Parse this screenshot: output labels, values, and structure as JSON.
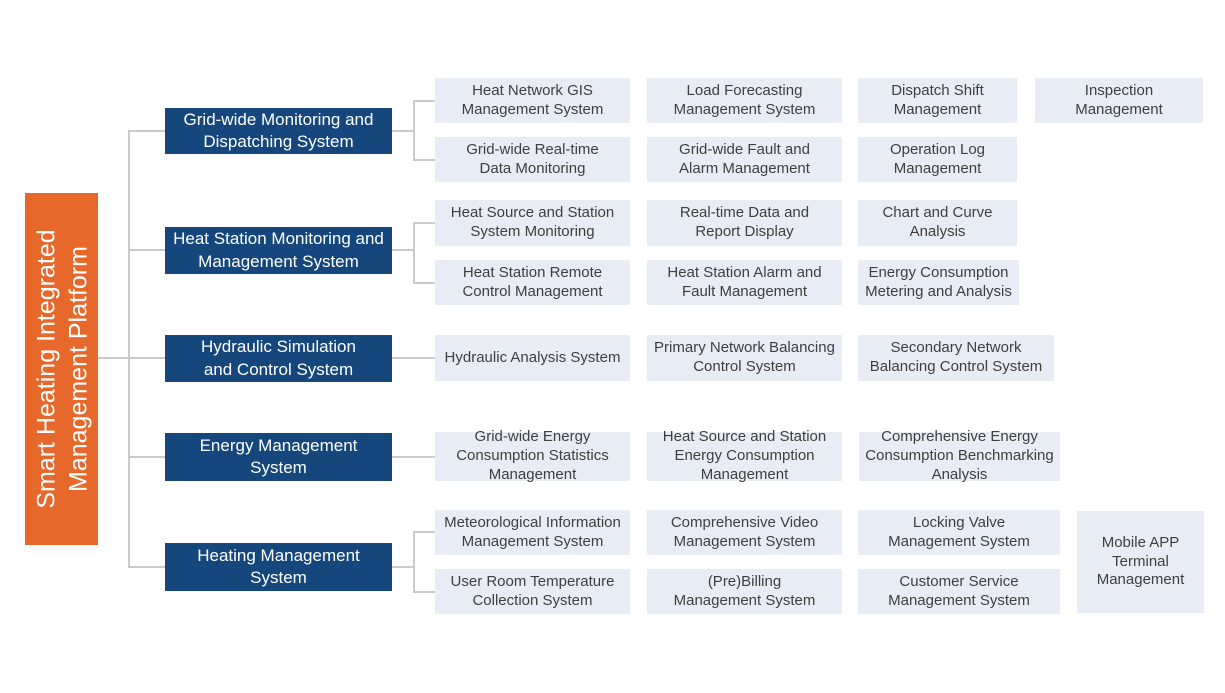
{
  "root": {
    "line1": "Smart Heating Integrated",
    "line2": "Management Platform"
  },
  "colors": {
    "root_bg": "#E6682B",
    "branch_bg": "#15477C",
    "leaf_bg": "#E8ECF4",
    "leaf_text": "#3F3F3F",
    "connector": "#C9CACB"
  },
  "branches": [
    {
      "label": "Grid-wide Monitoring and Dispatching System",
      "modules": [
        "Heat Network GIS Management System",
        "Load Forecasting Management System",
        "Dispatch Shift Management",
        "Inspection Management",
        "Grid-wide Real-time Data Monitoring",
        "Grid-wide Fault and Alarm Management",
        "Operation Log Management"
      ]
    },
    {
      "label": "Heat Station Monitoring and Management System",
      "modules": [
        "Heat Source and Station System Monitoring",
        "Real-time Data and Report Display",
        "Chart and Curve Analysis",
        "Heat Station Remote Control Management",
        "Heat Station Alarm and Fault Management",
        "Energy Consumption Metering and Analysis"
      ]
    },
    {
      "label": "Hydraulic Simulation and Control System",
      "modules": [
        "Hydraulic Analysis System",
        "Primary Network Balancing Control System",
        "Secondary Network Balancing Control System"
      ]
    },
    {
      "label": "Energy Management System",
      "modules": [
        "Grid-wide Energy Consumption Statistics Management",
        "Heat Source and Station Energy Consumption Management",
        "Comprehensive Energy Consumption Benchmarking Analysis"
      ]
    },
    {
      "label": "Heating Management System",
      "modules": [
        "Meteorological Information Management System",
        "Comprehensive Video Management System",
        "Locking Valve Management System",
        "User Room Temperature Collection System",
        "(Pre)Billing Management System",
        "Customer Service Management System",
        "Mobile APP Terminal Management"
      ]
    }
  ]
}
